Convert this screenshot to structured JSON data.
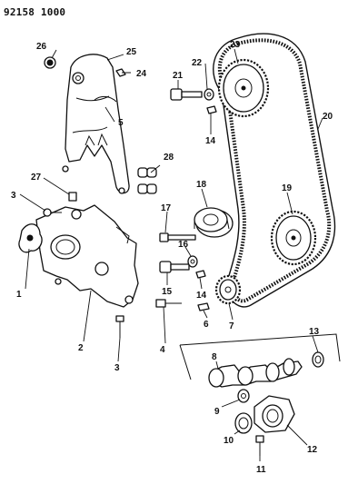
{
  "diagram_id": "92158 1000",
  "callouts": [
    "1",
    "2",
    "3",
    "3",
    "4",
    "5",
    "6",
    "7",
    "8",
    "9",
    "10",
    "11",
    "12",
    "13",
    "14",
    "14",
    "15",
    "16",
    "17",
    "18",
    "19",
    "20",
    "21",
    "22",
    "23",
    "24",
    "25",
    "26",
    "27",
    "28"
  ]
}
